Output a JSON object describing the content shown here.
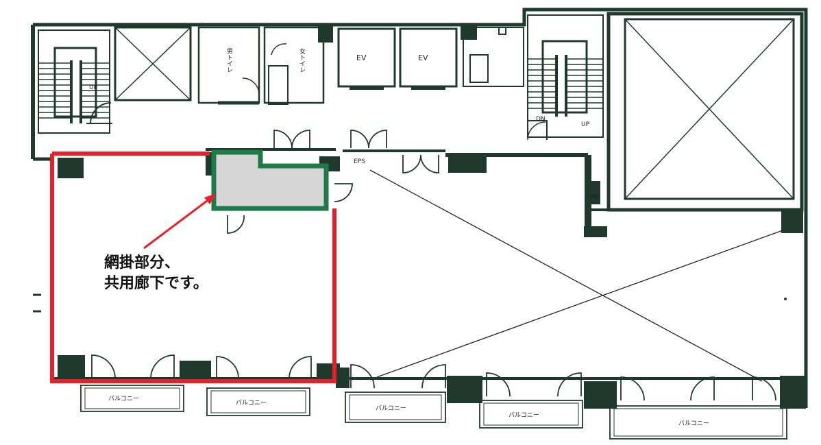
{
  "labels": {
    "ev1": "EV",
    "ev2": "EV",
    "up1": "UP",
    "up2": "UP",
    "dn": "DN",
    "eps": "EPS",
    "toilet1": "男トイレ",
    "toilet2": "女トイレ",
    "balcony": "バルコニー",
    "ps": "PS"
  },
  "annotation": {
    "line1": "網掛部分、",
    "line2": "共用廊下です。"
  },
  "colors": {
    "wall": "#1f3a2c",
    "highlight": "#e8202a",
    "corridor_border": "#1f7a4a",
    "corridor_fill": "#d6d6d6"
  }
}
